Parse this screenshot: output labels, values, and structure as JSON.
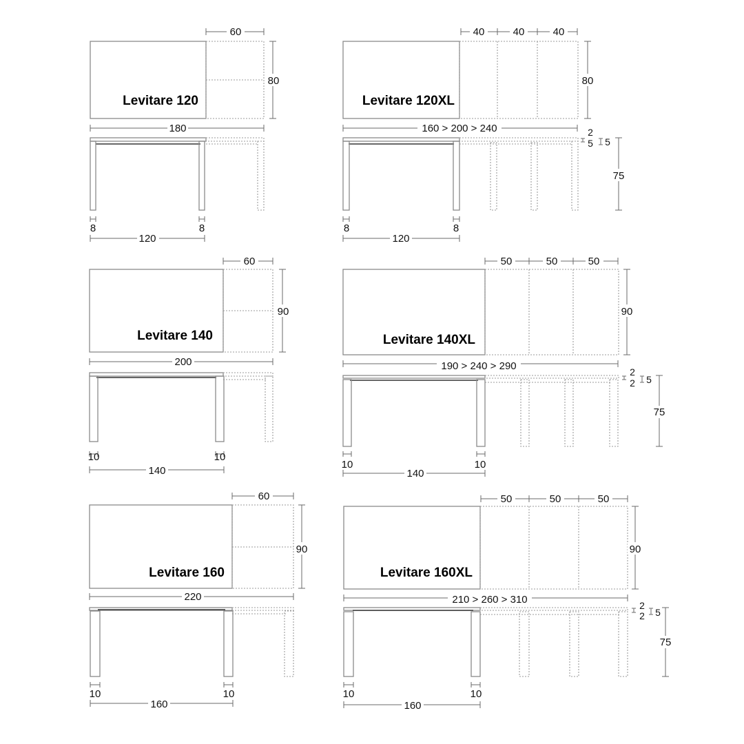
{
  "drawings": [
    {
      "id": "l120",
      "title": "Levitare 120",
      "ext": "60",
      "depth": "80",
      "length": "180",
      "leg_left": "8",
      "leg_right": "8",
      "leg_span": "120"
    },
    {
      "id": "l120xl",
      "title": "Levitare 120XL",
      "ext1": "40",
      "ext2": "40",
      "ext3": "40",
      "depth": "80",
      "length": "160 > 200 > 240",
      "top_t1": "2",
      "top_t2": "5",
      "frame": "5",
      "height": "75",
      "leg_left": "8",
      "leg_right": "8",
      "leg_span": "120"
    },
    {
      "id": "l140",
      "title": "Levitare 140",
      "ext": "60",
      "depth": "90",
      "length": "200",
      "leg_left": "10",
      "leg_right": "10",
      "leg_span": "140"
    },
    {
      "id": "l140xl",
      "title": "Levitare 140XL",
      "ext1": "50",
      "ext2": "50",
      "ext3": "50",
      "depth": "90",
      "length": "190 > 240 > 290",
      "top_t1": "2",
      "top_t2": "2",
      "frame": "5",
      "height": "75",
      "leg_left": "10",
      "leg_right": "10",
      "leg_span": "140"
    },
    {
      "id": "l160",
      "title": "Levitare 160",
      "ext": "60",
      "depth": "90",
      "length": "220",
      "leg_left": "10",
      "leg_right": "10",
      "leg_span": "160"
    },
    {
      "id": "l160xl",
      "title": "Levitare 160XL",
      "ext1": "50",
      "ext2": "50",
      "ext3": "50",
      "depth": "90",
      "length": "210 > 260 > 310",
      "top_t1": "2",
      "top_t2": "2",
      "frame": "5",
      "height": "75",
      "leg_left": "10",
      "leg_right": "10",
      "leg_span": "160"
    }
  ]
}
